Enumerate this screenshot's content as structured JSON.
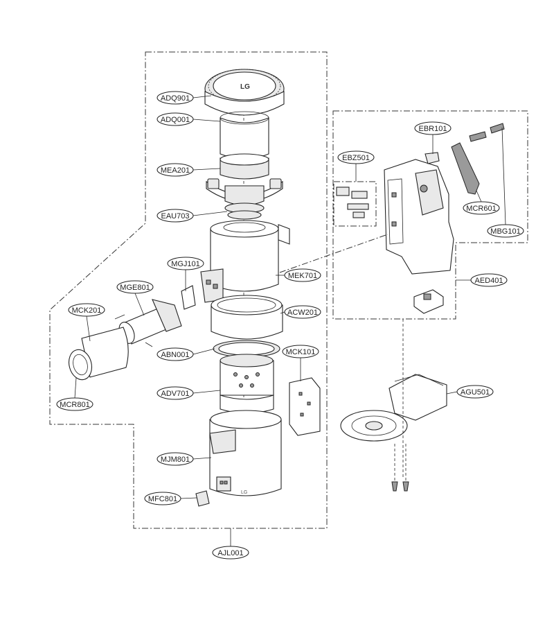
{
  "labels": {
    "ADQ901": "ADQ901",
    "ADQ001": "ADQ001",
    "MEA201": "MEA201",
    "EAU703": "EAU703",
    "MGJ101": "MGJ101",
    "MGE801": "MGE801",
    "MCK201": "MCK201",
    "MEK701": "MEK701",
    "ACW201": "ACW201",
    "ABN001": "ABN001",
    "MCK101": "MCK101",
    "ADV701": "ADV701",
    "MCR801": "MCR801",
    "MJM801": "MJM801",
    "MFC801": "MFC801",
    "AJL001": "AJL001",
    "EBR101": "EBR101",
    "EBZ501": "EBZ501",
    "MCR601": "MCR601",
    "MBG101": "MBG101",
    "AED401": "AED401",
    "AGU501": "AGU501"
  },
  "logo_text": "LG"
}
